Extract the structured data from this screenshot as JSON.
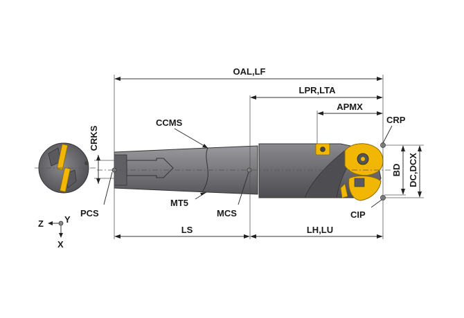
{
  "labels": {
    "oal_lf": "OAL,LF",
    "lpr_lta": "LPR,LTA",
    "apmx": "APMX",
    "crp": "CRP",
    "ccms": "CCMS",
    "crks": "CRKS",
    "bd": "BD",
    "dc_dcx": "DC,DCX",
    "pcs": "PCS",
    "mt5": "MT5",
    "mcs": "MCS",
    "cip": "CIP",
    "ls": "LS",
    "lh_lu": "LH,LU",
    "axis_z": "Z",
    "axis_y": "Y",
    "axis_x": "X"
  },
  "colors": {
    "body": "#6e6e72",
    "body_dark": "#4e4e52",
    "body_light": "#8e8e92",
    "insert": "#f2b705",
    "insert_dark": "#b98a00",
    "line": "#333333"
  }
}
